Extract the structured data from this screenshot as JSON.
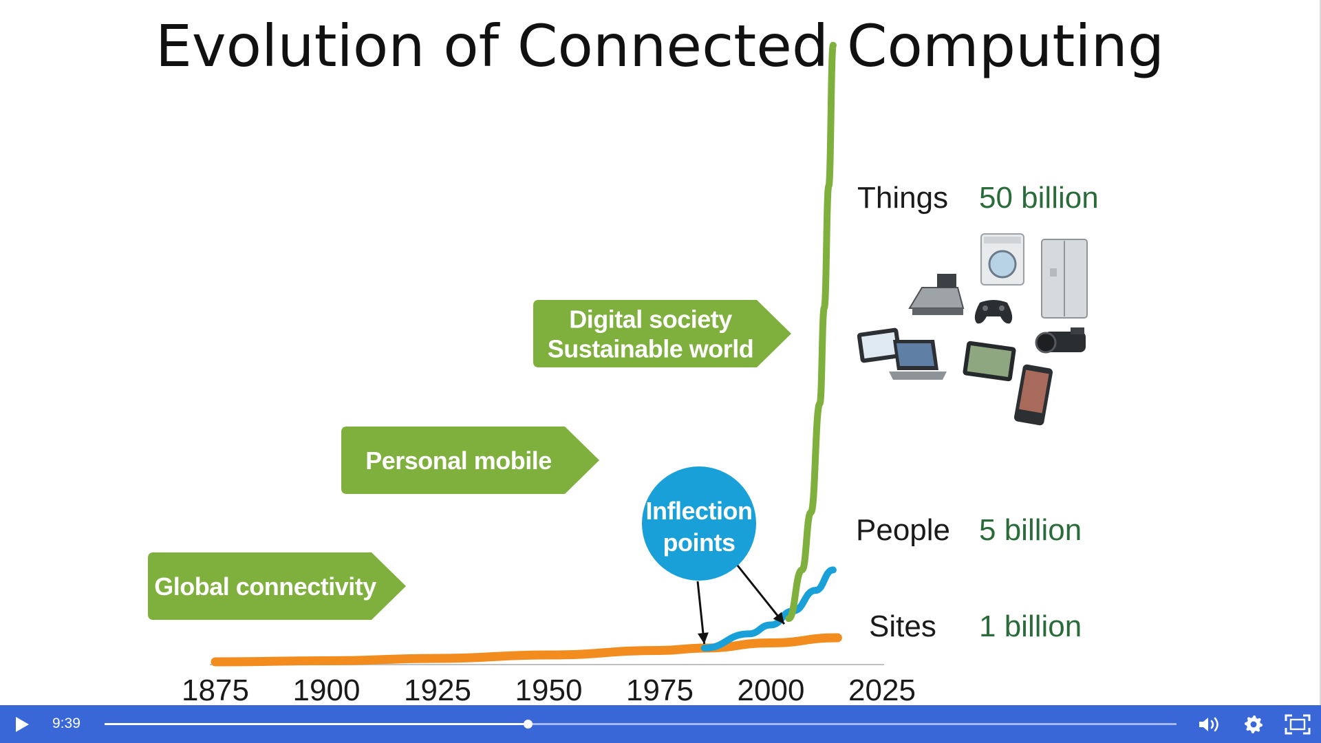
{
  "slide": {
    "title": "Evolution of Connected Computing"
  },
  "chart_data": {
    "type": "line",
    "x_ticks": [
      "1875",
      "1900",
      "1925",
      "1950",
      "1975",
      "2000",
      "2025"
    ],
    "xlim": [
      1875,
      2025
    ],
    "series": [
      {
        "name": "Sites",
        "count_label": "1 billion",
        "color": "#f28c1e",
        "points": [
          [
            1875,
            0.0
          ],
          [
            1900,
            0.03
          ],
          [
            1925,
            0.1
          ],
          [
            1950,
            0.2
          ],
          [
            1975,
            0.33
          ],
          [
            1985,
            0.4
          ],
          [
            2000,
            0.55
          ],
          [
            2015,
            0.7
          ]
        ]
      },
      {
        "name": "People",
        "count_label": "5 billion",
        "color": "#1aa0d8",
        "points": [
          [
            1985,
            0.4
          ],
          [
            1995,
            1.0
          ],
          [
            2000,
            1.7
          ],
          [
            2005,
            2.8
          ],
          [
            2010,
            4.4
          ],
          [
            2014,
            6.0
          ]
        ]
      },
      {
        "name": "Things",
        "count_label": "50 billion",
        "color": "#7fb03e",
        "points": [
          [
            2004,
            2.2
          ],
          [
            2007,
            6.0
          ],
          [
            2009,
            10.5
          ],
          [
            2011,
            19.0
          ],
          [
            2012,
            26.5
          ],
          [
            2013,
            36.0
          ],
          [
            2014,
            47.0
          ]
        ]
      }
    ],
    "eras": [
      {
        "label_lines": [
          "Global connectivity"
        ]
      },
      {
        "label_lines": [
          "Personal mobile"
        ]
      },
      {
        "label_lines": [
          "Digital society",
          "Sustainable world"
        ]
      }
    ],
    "annotation": {
      "label_lines": [
        "Inflection",
        "points"
      ],
      "targets": [
        1985,
        2003
      ]
    },
    "colors": {
      "era_green": "#7fb03e",
      "bubble_blue": "#1aa0d8",
      "count_green": "#2a6b3a"
    },
    "device_icons": [
      "washing-machine-icon",
      "refrigerator-icon",
      "cash-register-icon",
      "game-controller-icon",
      "tablet-icon",
      "laptop-icon",
      "gps-navigator-icon",
      "camcorder-icon",
      "smartphone-icon"
    ]
  },
  "player": {
    "current_time": "9:39",
    "progress_fraction": 0.395,
    "icons": {
      "play": "play-icon",
      "volume": "volume-icon",
      "settings": "gear-icon",
      "fullscreen": "fullscreen-icon"
    },
    "bar_color": "#3a67d8"
  }
}
